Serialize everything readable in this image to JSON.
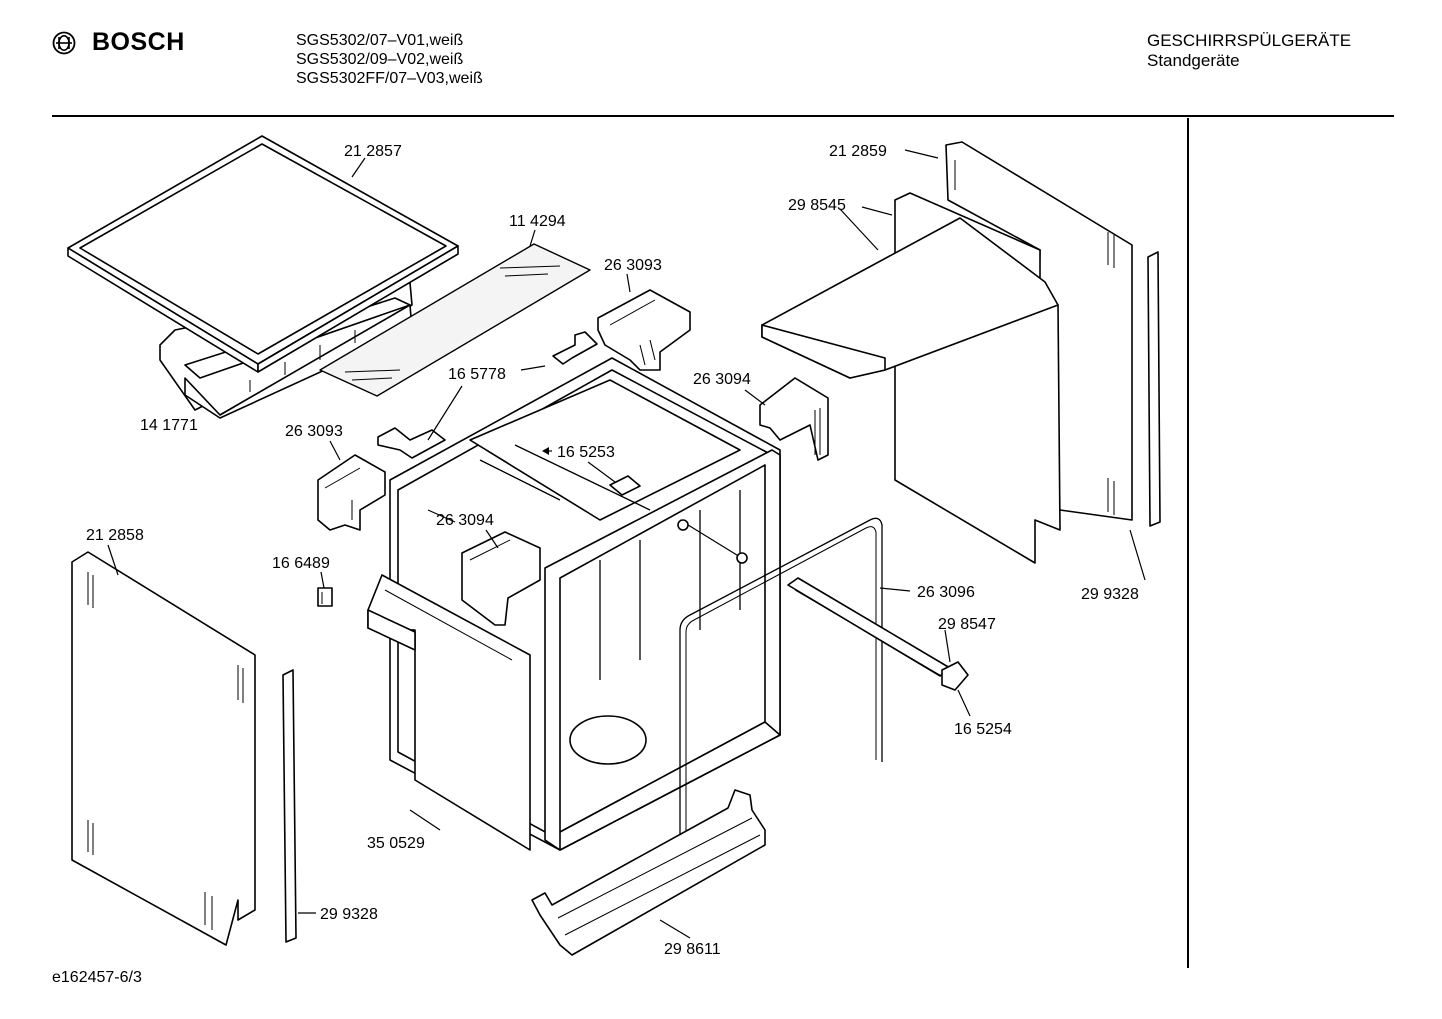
{
  "header": {
    "brand": "BOSCH",
    "brand_icon": "bosch-armature-logo-icon",
    "models": [
      "SGS5302/07–V01,weiß",
      "SGS5302/09–V02,weiß",
      "SGS5302FF/07–V03,weiß"
    ],
    "category": "GESCHIRRSPÜLGERÄTE",
    "subcategory": "Standgeräte"
  },
  "footer": {
    "doc_id": "e162457-6/3"
  },
  "parts": [
    {
      "id": "worktop-cover",
      "number": "21 2857"
    },
    {
      "id": "insulation-mat-top",
      "number": "11 4294"
    },
    {
      "id": "bracket-top-right",
      "number": "26 3093"
    },
    {
      "id": "mounting-plate-small",
      "number": "16 5778"
    },
    {
      "id": "mounting-plate-top",
      "number": "14 1771"
    },
    {
      "id": "bracket-right",
      "number": "26 3094"
    },
    {
      "id": "bracket-left",
      "number": "26 3093"
    },
    {
      "id": "hinge-clip",
      "number": "16 5253"
    },
    {
      "id": "bracket-inner",
      "number": "26 3094"
    },
    {
      "id": "side-panel-left",
      "number": "21 2858"
    },
    {
      "id": "clip-small",
      "number": "16 6489"
    },
    {
      "id": "side-panel-right",
      "number": "21 2859"
    },
    {
      "id": "insulation-box",
      "number": "29 8545"
    },
    {
      "id": "door-seal",
      "number": "26 3096"
    },
    {
      "id": "strip-right",
      "number": "29 9328"
    },
    {
      "id": "rail",
      "number": "29 8547"
    },
    {
      "id": "rail-end-cap",
      "number": "16 5254"
    },
    {
      "id": "front-panel",
      "number": "35 0529"
    },
    {
      "id": "strip-left",
      "number": "29 9328"
    },
    {
      "id": "plinth",
      "number": "29 8611"
    }
  ]
}
